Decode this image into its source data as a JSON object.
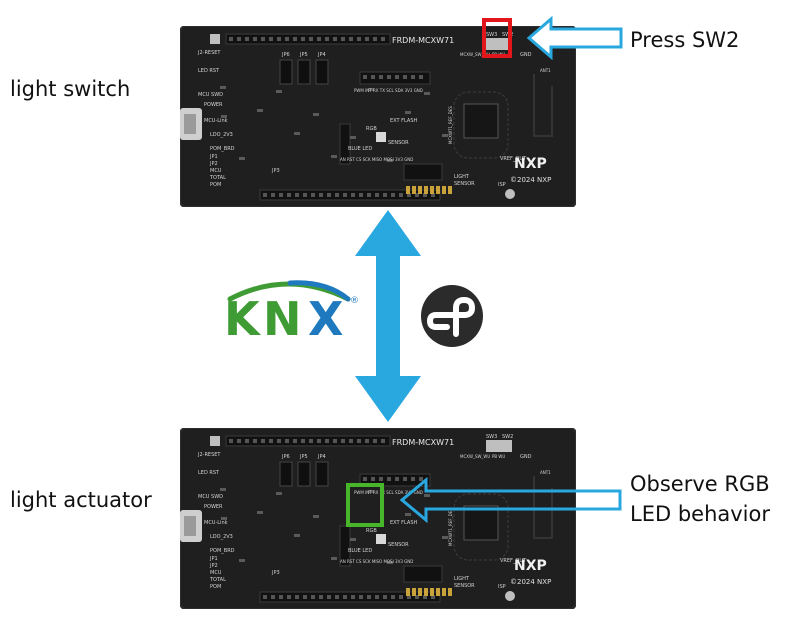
{
  "labels": {
    "light_switch": "light switch",
    "light_actuator": "light actuator",
    "press_sw2": "Press SW2",
    "observe_line1": "Observe RGB",
    "observe_line2": "LED behavior"
  },
  "board": {
    "model": "FRDM-MCXW71",
    "copyright": "©2024 NXP",
    "brand": "NXP",
    "silk": {
      "j2_reset": "J2-RESET",
      "led_rst": "LED RST",
      "mcu_swd": "MCU SWD",
      "power": "POWER",
      "mcu_link": "MCU-Link",
      "ldo_2v3": "LDO_2V3",
      "pom_brd": "POM_BRD",
      "jp1": "JP1",
      "jp2": "JP2",
      "mcu": "MCU",
      "total": "TOTAL",
      "pom": "POM",
      "jp3": "JP3",
      "jp4": "JP4",
      "jp5": "JP5",
      "jp6": "JP6",
      "rgb": "RGB",
      "blue_led": "BLUE LED",
      "ext_flash": "EXT FLASH",
      "sensor": "SENSOR",
      "light_sensor_1": "LIGHT",
      "light_sensor_2": "SENSOR",
      "sw3": "SW3",
      "sw2": "SW2",
      "mcxw_sw_wu": "MCXW_SW_WU",
      "pb_wu": "PB WU",
      "gnd": "GND",
      "vref_out": "VREF_OUT",
      "isp": "ISP",
      "ant1": "ANT1",
      "mcxw_ref_des": "MCXW71_REF_DES",
      "pin_row": "PWM INT RX TX SCL SDA 3V3 GND",
      "pin_row2": "AN RST CS SCK MISO MOSI 3V3 GND"
    }
  },
  "logos": {
    "knx": "KNX",
    "knx_registered": "®"
  },
  "colors": {
    "arrow_blue": "#29a8e0",
    "highlight_red": "#e3161b",
    "highlight_green": "#47b62a",
    "knx_green": "#3f9c35",
    "knx_blue": "#1f79be",
    "board": "#1f1f1f",
    "thread_logo": "#2b2b2b"
  }
}
